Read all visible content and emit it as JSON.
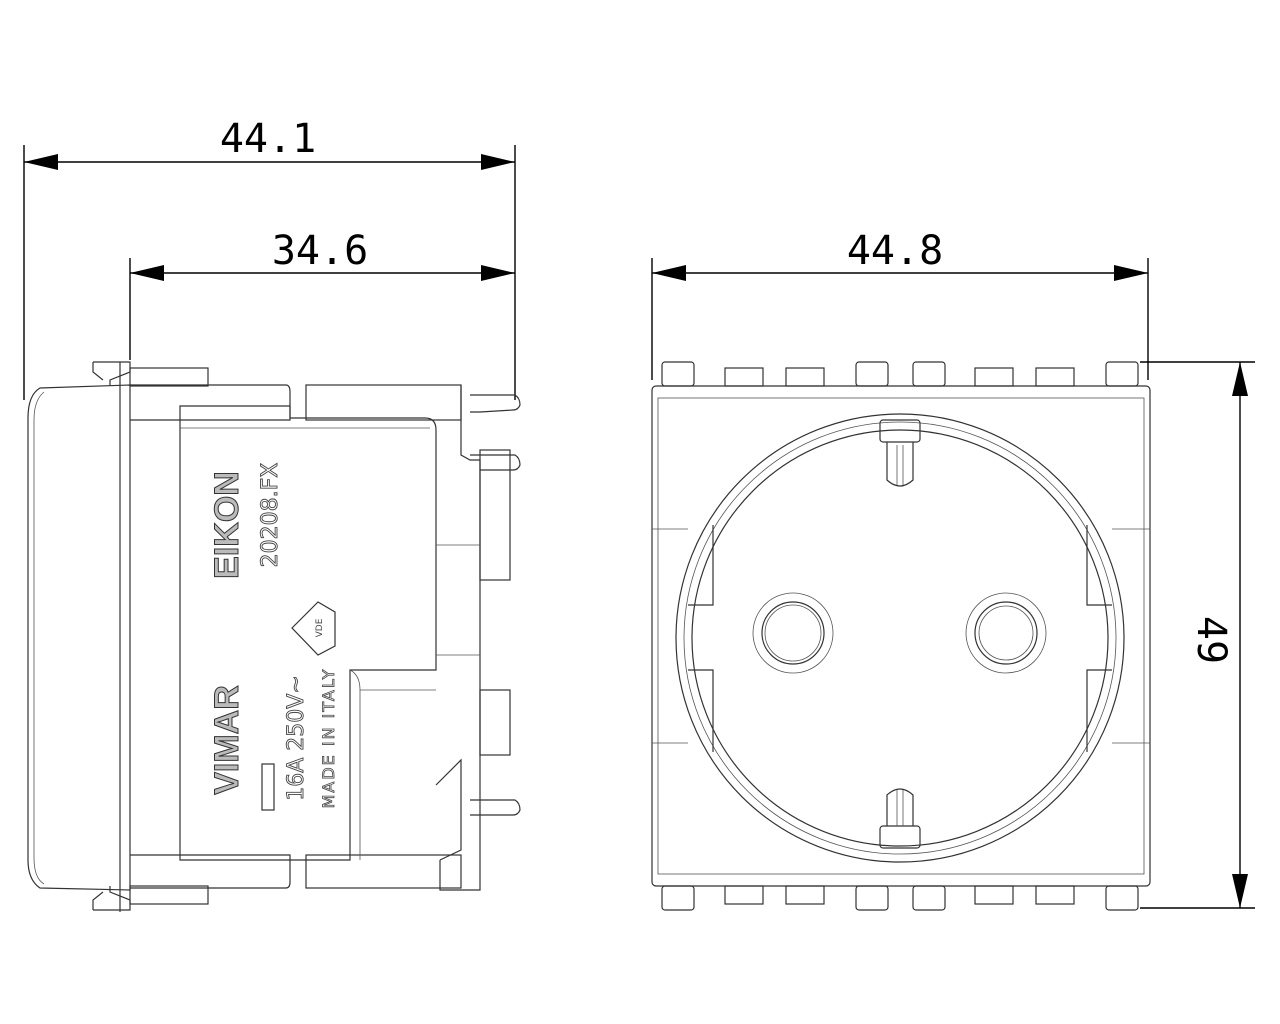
{
  "dimensions": {
    "side_overall_width": "44.1",
    "side_body_width": "34.6",
    "front_width": "44.8",
    "front_height": "49"
  },
  "side_view_markings": {
    "series_logo": "EIKON",
    "article_code": "20208.FX",
    "brand_logo": "VIMAR",
    "rating": "16A 250V~",
    "origin": "MADE IN ITALY",
    "certification_mark": "VDE"
  }
}
